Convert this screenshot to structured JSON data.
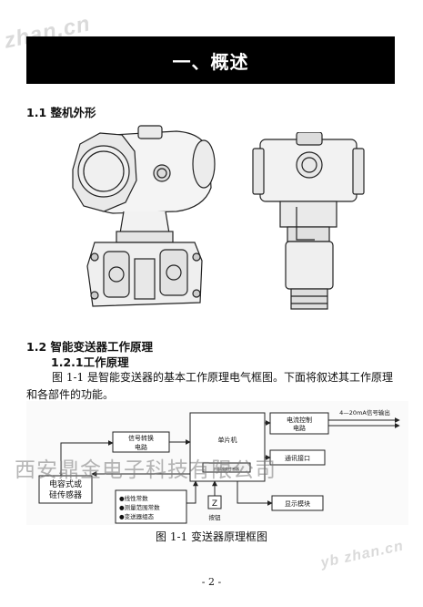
{
  "watermarks": {
    "corner_top": "zhan.cn",
    "corner_bottom": "yb zhan.cn",
    "company": "西安鼎金电子科技有限公司"
  },
  "banner": {
    "title": "一、概述"
  },
  "section_1_1": {
    "heading": "1.1 整机外形"
  },
  "section_1_2": {
    "heading": "1.2 智能变送器工作原理",
    "subheading": "1.2.1工作原理",
    "paragraph": "图 1-1 是智能变送器的基本工作原理电气框图。下面将叙述其工作原理和各部件的功能。"
  },
  "diagram": {
    "sensor": [
      "电容式或",
      "硅传感器"
    ],
    "signal_conv": [
      "信号转换",
      "电路"
    ],
    "mcu": "单片机",
    "memory_chip": "内部温度传感器",
    "current_ctrl": [
      "电流控制",
      "电路"
    ],
    "output_label": "4—20mA信号输出",
    "comm": "通讯接口",
    "display": "显示模块",
    "button_symbol": "Z",
    "button_label": "按钮",
    "params": [
      "●线性常数",
      "●测量范围常数",
      "●变送器组态"
    ]
  },
  "figure": {
    "caption": "图  1-1   变送器原理框图"
  },
  "page": {
    "number": "- 2 -"
  }
}
